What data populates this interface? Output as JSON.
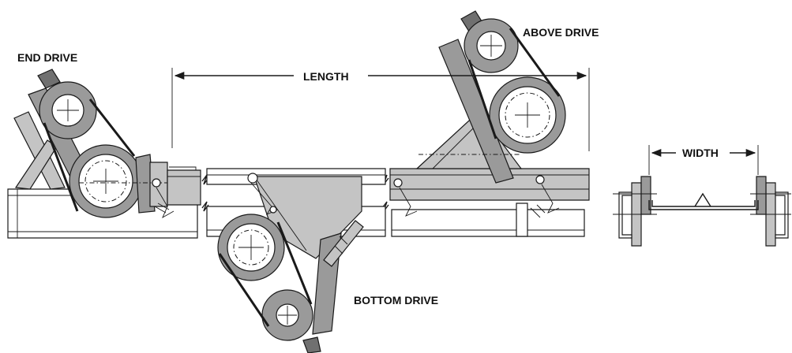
{
  "labels": {
    "end_drive": "END DRIVE",
    "above_drive": "ABOVE DRIVE",
    "bottom_drive": "BOTTOM DRIVE",
    "length": "LENGTH",
    "width": "WIDTH"
  },
  "colors": {
    "ink": "#1a1a1a",
    "motor_grey": "#9a9a9a",
    "light_grey": "#c4c4c4",
    "background": "#ffffff"
  }
}
